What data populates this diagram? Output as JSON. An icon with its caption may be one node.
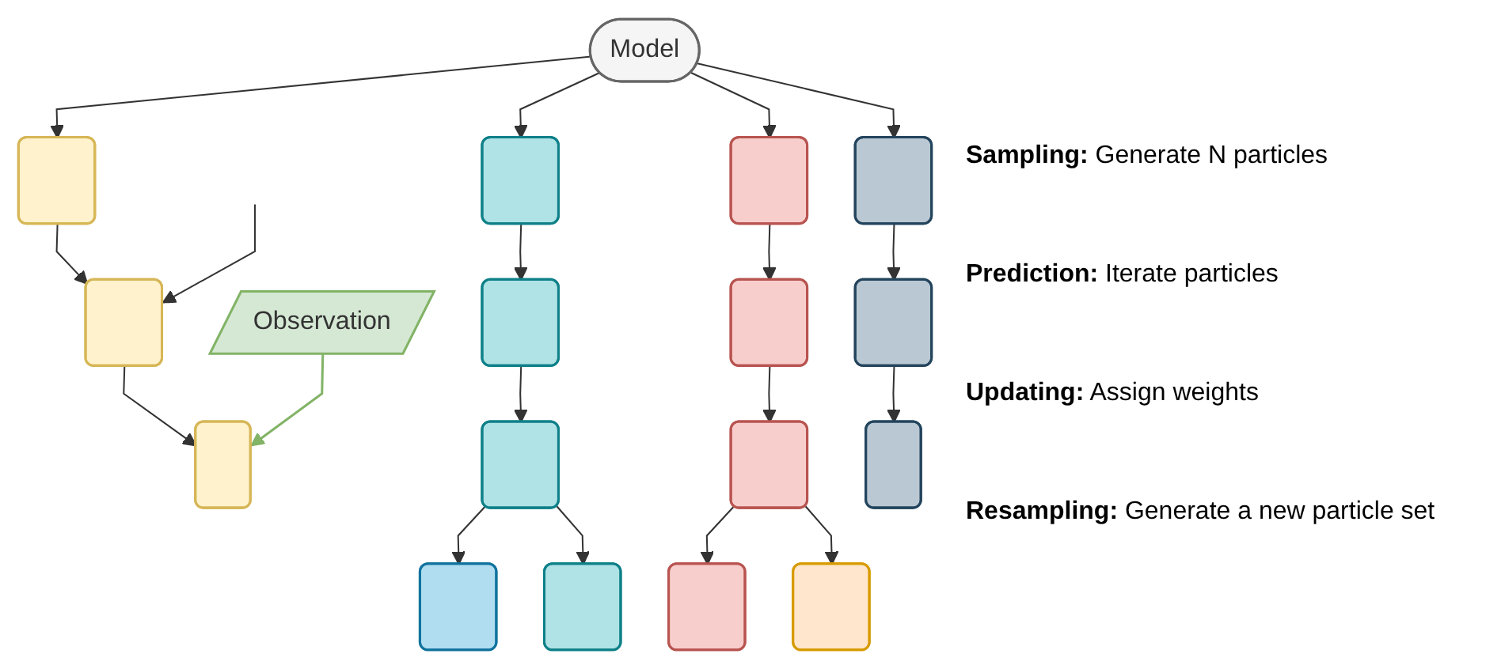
{
  "diagram": {
    "nodes": [
      {
        "text": [
          "Model"
        ]
      },
      {
        "text": [],
        "shape": "box"
      },
      {
        "text": [],
        "shape": "box"
      },
      {
        "text": [],
        "shape": "box"
      },
      {
        "text": [],
        "shape": "box"
      },
      {
        "text": [],
        "shape": "box"
      },
      {
        "text": [],
        "shape": "box"
      },
      {
        "text": [],
        "shape": "box"
      },
      {
        "text": [],
        "shape": "box"
      },
      {
        "text": [],
        "shape": "box"
      },
      {
        "text": [],
        "shape": "box"
      },
      {
        "text": [],
        "shape": "box"
      },
      {
        "text": [],
        "shape": "box"
      },
      {
        "text": [],
        "shape": "box"
      },
      {
        "text": [],
        "shape": "box"
      },
      {
        "text": [],
        "shape": "box"
      },
      {
        "text": [],
        "shape": "box"
      },
      {
        "text": [
          "Observation"
        ]
      }
    ],
    "edges": [
      {
        "from": 0,
        "to": 1,
        "arrow": "to"
      },
      {
        "from": 0,
        "to": 2,
        "arrow": "to"
      },
      {
        "from": 0,
        "to": 3,
        "arrow": "to"
      },
      {
        "from": 0,
        "to": 4,
        "arrow": "to"
      },
      {
        "from": 1,
        "to": 5,
        "arrow": "to"
      },
      {
        "from": 2,
        "to": 6,
        "arrow": "to"
      },
      {
        "from": 3,
        "to": 7,
        "arrow": "to"
      },
      {
        "from": 4,
        "to": 8,
        "arrow": "to"
      },
      {
        "from": 5,
        "to": 9,
        "arrow": "to"
      },
      {
        "from": 6,
        "to": 10,
        "arrow": "to"
      },
      {
        "from": 7,
        "to": 11,
        "arrow": "to"
      },
      {
        "from": 8,
        "to": 12,
        "arrow": "to"
      },
      {
        "from": 10,
        "to": 13,
        "arrow": "to"
      },
      {
        "from": 10,
        "to": 14,
        "arrow": "to"
      },
      {
        "from": 11,
        "to": 15,
        "arrow": "to"
      },
      {
        "from": 11,
        "to": 16,
        "arrow": "to"
      },
      {
        "from": 17,
        "to": 9,
        "arrow": "to",
        "color": "#82b366"
      },
      {
        "from": null,
        "to": 5,
        "arrow": "to"
      }
    ],
    "labels": [
      "**Sampling:** Generate N particles",
      "**Prediction:** Iterate particles",
      "**Updating:** Assign weights",
      "**Resampling:** Generate a new particle set"
    ]
  }
}
